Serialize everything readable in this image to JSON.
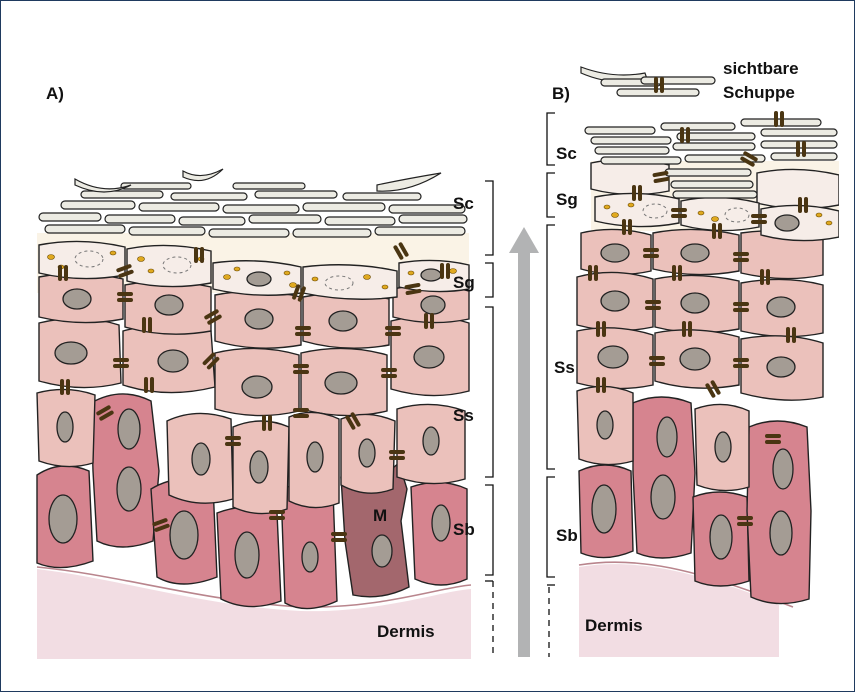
{
  "colors": {
    "frame": "#1f3a5f",
    "stratum_corneum": "#ecebe3",
    "stratum_granulosum": "#f6ede8",
    "stratum_spinosum": "#ebc1bb",
    "stratum_basale": "#d6848f",
    "melanocyte": "#a3676d",
    "nucleus": "#a49c94",
    "keratohyalin_granules": "#e0a91f",
    "dermis": "#f2dde3",
    "arrow": "#b2b3b4"
  },
  "panel_a": {
    "label": "A)",
    "layers": [
      {
        "key": "sc",
        "label": "Sc"
      },
      {
        "key": "sg",
        "label": "Sg"
      },
      {
        "key": "ss",
        "label": "Ss"
      },
      {
        "key": "sb",
        "label": "Sb"
      }
    ],
    "melanocyte_label": "M",
    "dermis_label": "Dermis"
  },
  "panel_b": {
    "label": "B)",
    "scale_label_line1": "sichtbare",
    "scale_label_line2": "Schuppe",
    "layers": [
      {
        "key": "sc",
        "label": "Sc"
      },
      {
        "key": "sg",
        "label": "Sg"
      },
      {
        "key": "ss",
        "label": "Ss"
      },
      {
        "key": "sb",
        "label": "Sb"
      }
    ],
    "dermis_label": "Dermis"
  },
  "arrow_icon": "up-arrow-icon"
}
